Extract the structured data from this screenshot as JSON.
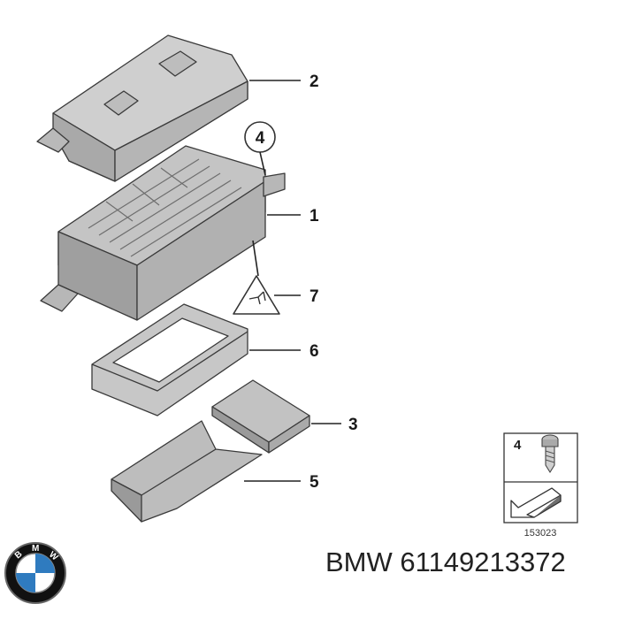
{
  "callouts": {
    "c1": "1",
    "c2": "2",
    "c3": "3",
    "c4": "4",
    "c5": "5",
    "c6": "6",
    "c7": "7"
  },
  "inset": {
    "part_number": "4",
    "code": "153023"
  },
  "brand": {
    "name": "BMW",
    "part_number": "61149213372",
    "logo_letters": "BMW"
  },
  "colors": {
    "part_fill": "#c9c9c9",
    "part_shade": "#9c9c9c",
    "part_dark": "#6e6e6e",
    "logo_blue": "#2f7bbf",
    "logo_ring": "#111111"
  }
}
